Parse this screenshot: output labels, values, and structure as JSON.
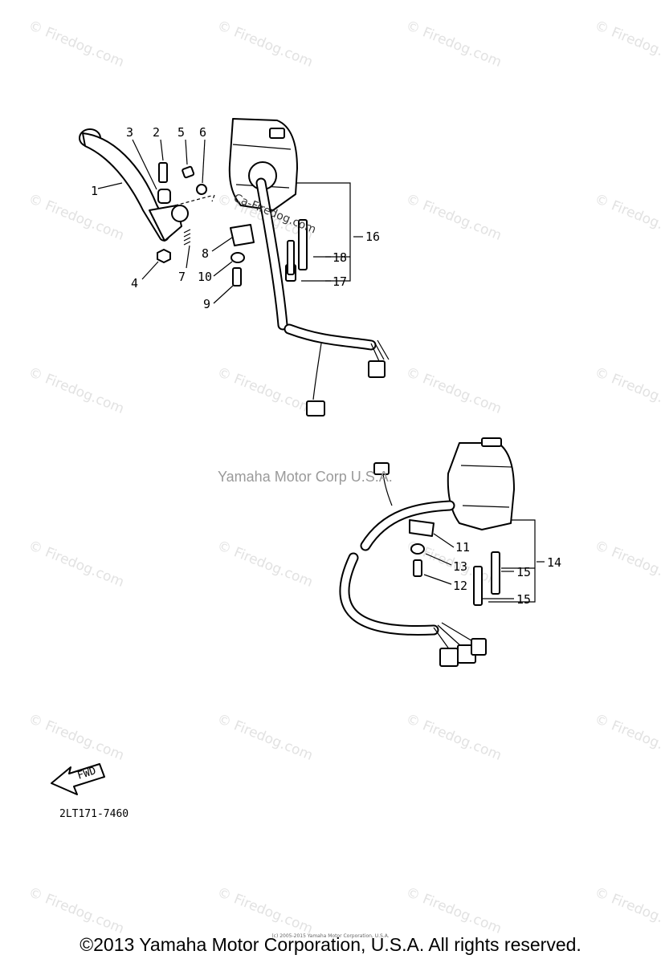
{
  "watermark": {
    "text": "© Firedog.com"
  },
  "diagram": {
    "center_mark": "Yamaha Motor Corp U.S.A.",
    "overlay_mark": "Ca-Firedog.com",
    "reference_code": "2LT171-7460",
    "fwd_label": "FWD",
    "callouts": [
      {
        "id": "c1",
        "label": "1"
      },
      {
        "id": "c2",
        "label": "2"
      },
      {
        "id": "c3",
        "label": "3"
      },
      {
        "id": "c4",
        "label": "4"
      },
      {
        "id": "c5",
        "label": "5"
      },
      {
        "id": "c6",
        "label": "6"
      },
      {
        "id": "c7",
        "label": "7"
      },
      {
        "id": "c8",
        "label": "8"
      },
      {
        "id": "c9",
        "label": "9"
      },
      {
        "id": "c10",
        "label": "10"
      },
      {
        "id": "c11",
        "label": "11"
      },
      {
        "id": "c12",
        "label": "12"
      },
      {
        "id": "c13",
        "label": "13"
      },
      {
        "id": "c14",
        "label": "14"
      },
      {
        "id": "c15a",
        "label": "15"
      },
      {
        "id": "c15b",
        "label": "15"
      },
      {
        "id": "c16",
        "label": "16"
      },
      {
        "id": "c17",
        "label": "17"
      },
      {
        "id": "c18",
        "label": "18"
      }
    ]
  },
  "footer": {
    "fine_print": "(c) 2005-2015 Yamaha Motor Corporation, U.S.A.",
    "copyright": "©2013 Yamaha Motor Corporation, U.S.A. All rights reserved."
  }
}
